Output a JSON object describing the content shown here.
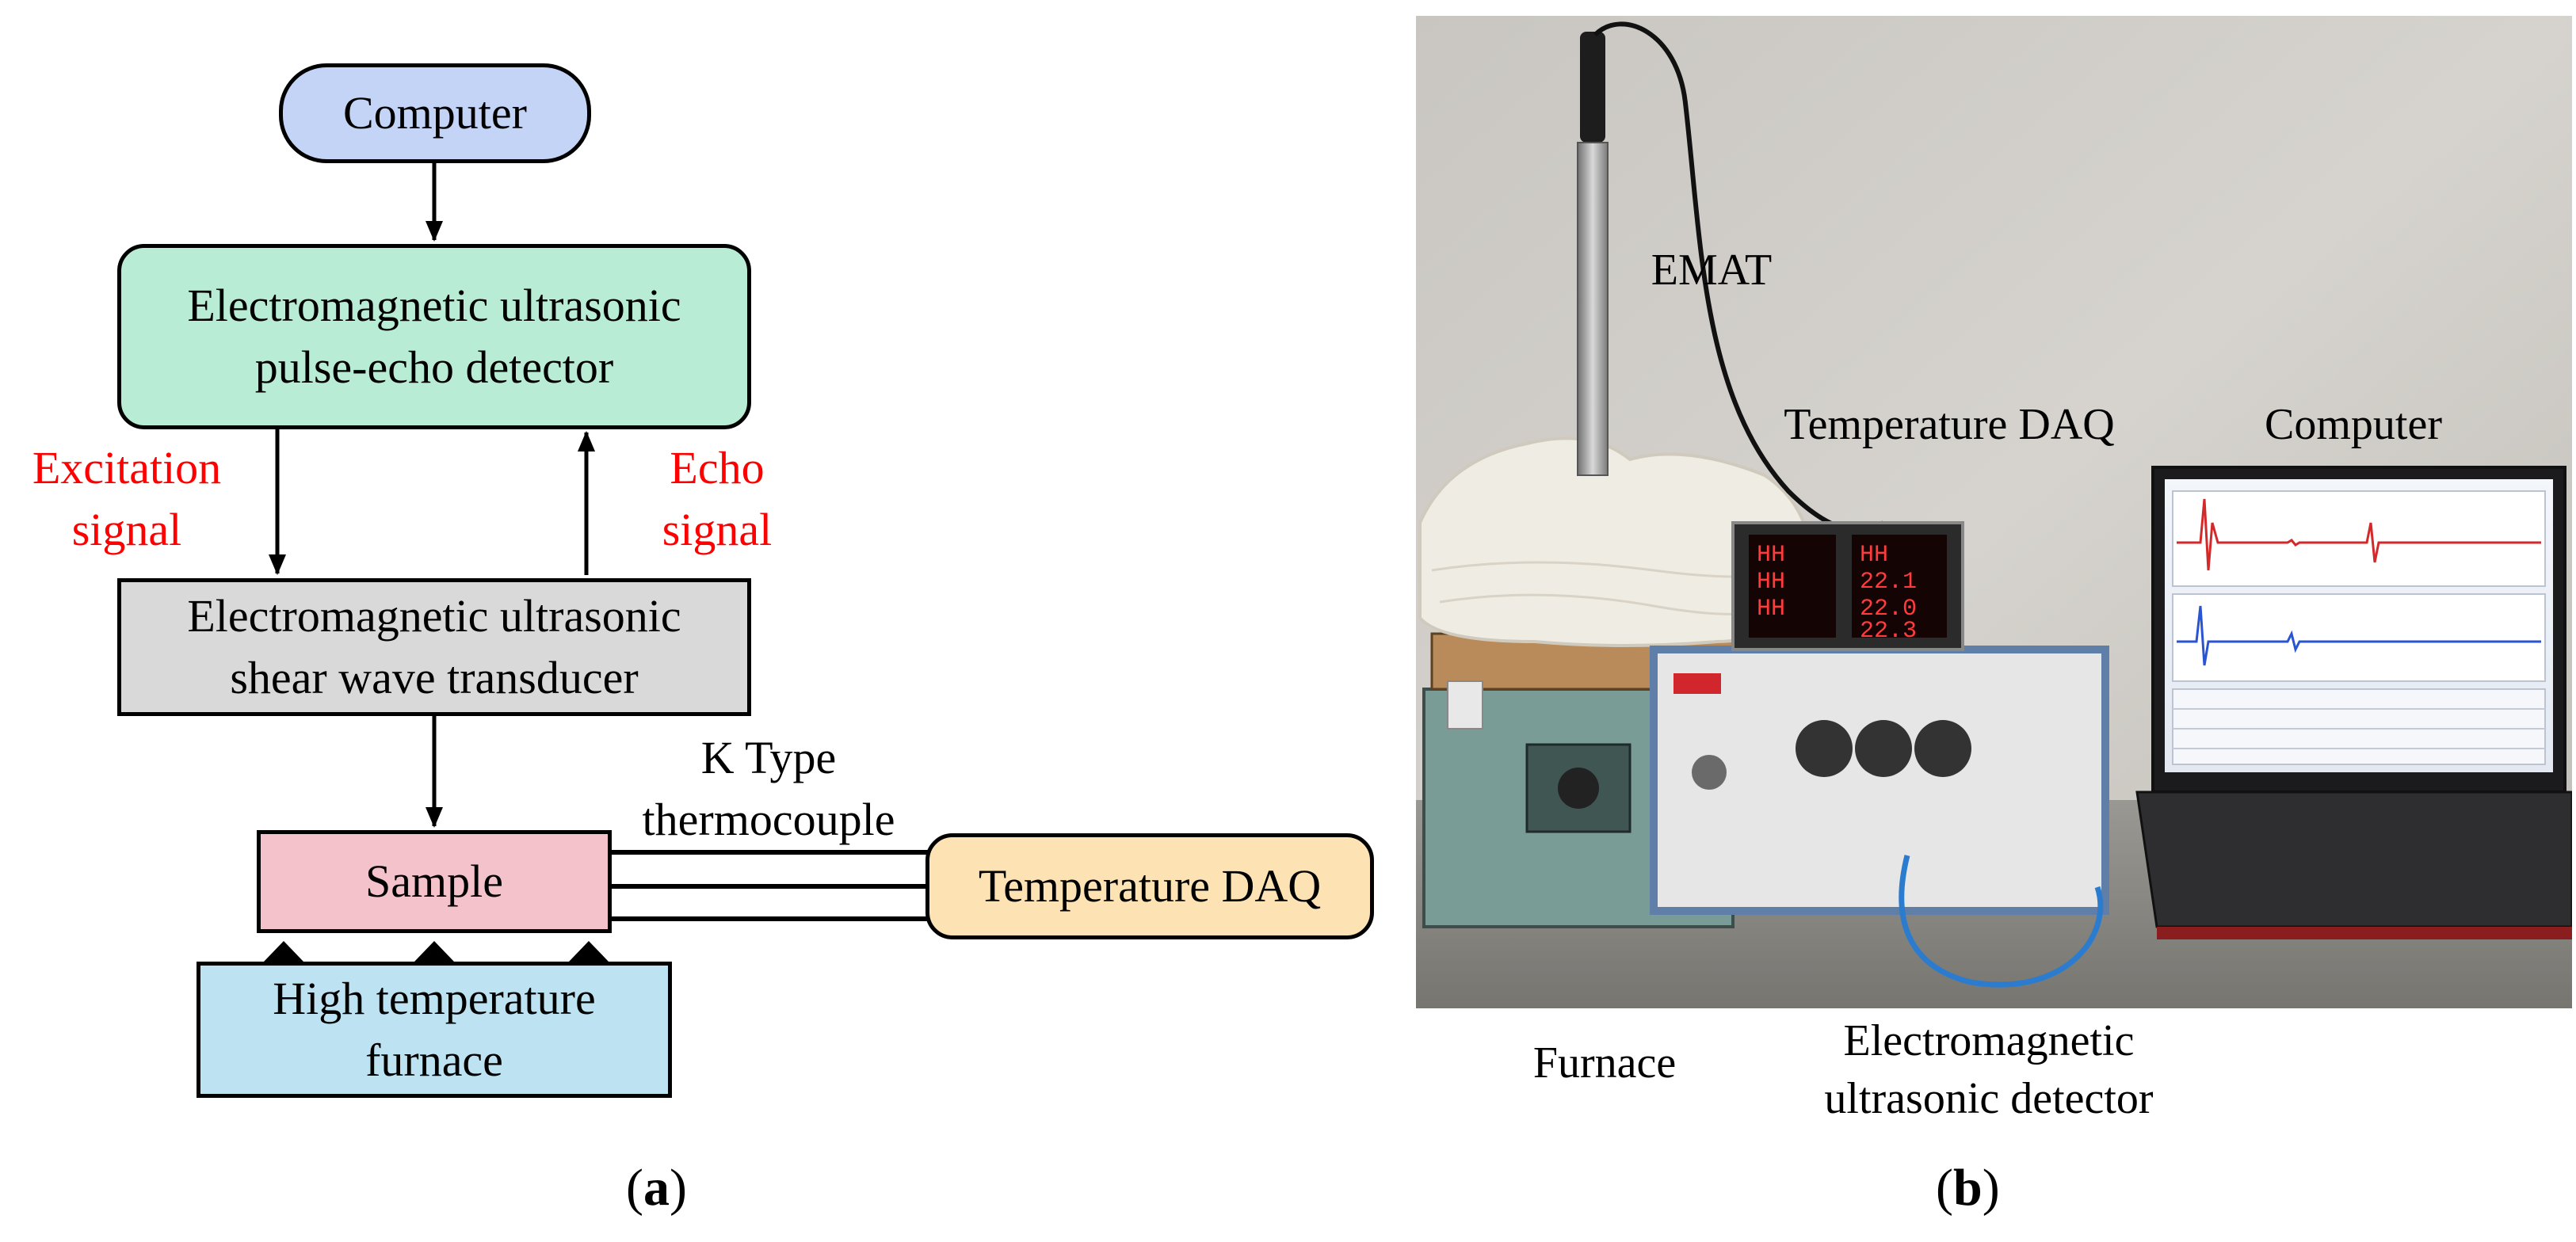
{
  "diagram": {
    "computer": "Computer",
    "detector": [
      "Electromagnetic ultrasonic",
      "pulse-echo detector"
    ],
    "excitation": [
      "Excitation",
      "signal"
    ],
    "echo": [
      "Echo",
      "signal"
    ],
    "transducer": [
      "Electromagnetic ultrasonic",
      "shear wave transducer"
    ],
    "thermocouple": [
      "K Type",
      "thermocouple"
    ],
    "sample": "Sample",
    "temperature_daq": "Temperature DAQ",
    "furnace": [
      "High temperature",
      "furnace"
    ]
  },
  "photo": {
    "labels": {
      "emat": "EMAT",
      "temperature_daq": "Temperature DAQ",
      "computer": "Computer",
      "furnace": "Furnace",
      "detector": [
        "Electromagnetic",
        "ultrasonic detector"
      ]
    },
    "daq_readouts": [
      "HH",
      "HH",
      "HH",
      "HH",
      "22.1",
      "22.0",
      "22.3"
    ]
  },
  "captions": {
    "a": "a",
    "b": "b"
  },
  "colors": {
    "computer": "#c3d4f6",
    "detector": "#b8ecd4",
    "transducer": "#d9d9d9",
    "sample": "#f4c2cb",
    "furnace": "#bde3f3",
    "daq": "#fde2b4",
    "signal_text": "#ff0000"
  }
}
